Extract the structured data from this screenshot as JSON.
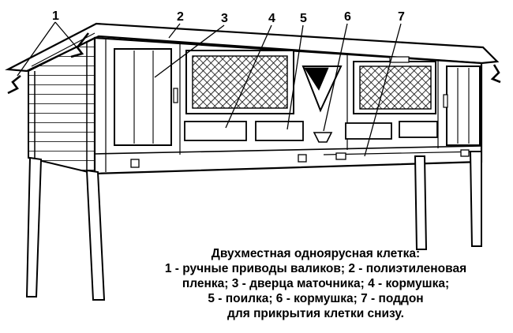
{
  "diagram": {
    "callouts": [
      {
        "num": "1"
      },
      {
        "num": "2"
      },
      {
        "num": "3"
      },
      {
        "num": "4"
      },
      {
        "num": "5"
      },
      {
        "num": "6"
      },
      {
        "num": "7"
      }
    ]
  },
  "caption": {
    "lines": [
      "Двухместная одноярусная клетка:",
      "1 - ручные приводы валиков; 2 - полиэтиленовая",
      "пленка; 3 - дверца маточника; 4 - кормушка;",
      "5 - поилка; 6 - кормушка; 7 - поддон",
      "для прикрытия клетки снизу."
    ]
  }
}
